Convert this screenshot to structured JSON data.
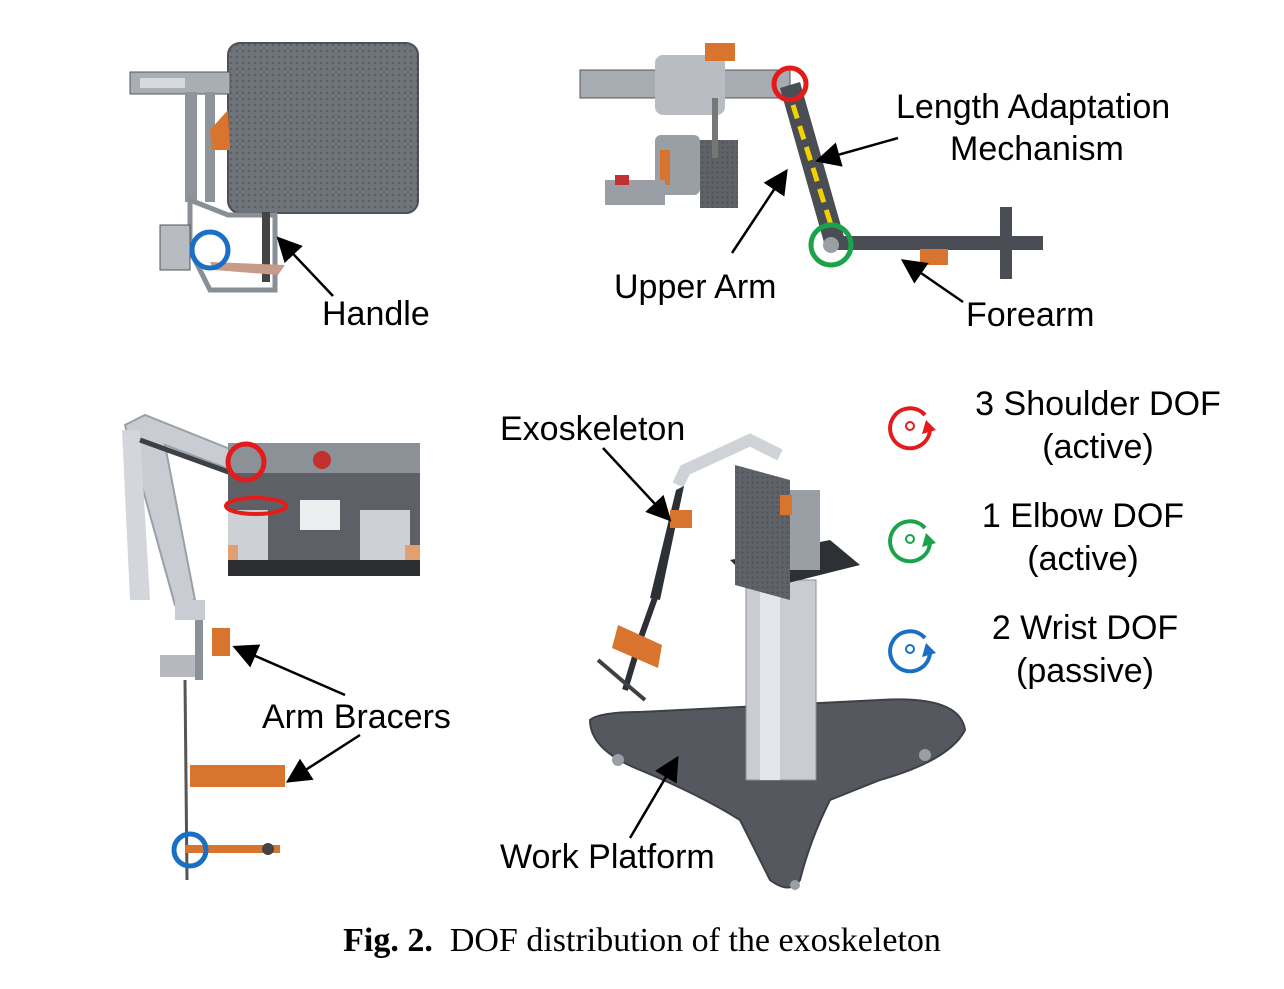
{
  "labels": {
    "handle": "Handle",
    "length_adaptation": "Length Adaptation",
    "mechanism": "Mechanism",
    "upper_arm": "Upper Arm",
    "forearm": "Forearm",
    "exoskeleton": "Exoskeleton",
    "arm_bracers": "Arm Bracers",
    "work_platform": "Work Platform"
  },
  "legend": [
    {
      "line1": "3 Shoulder DOF",
      "line2": "(active)",
      "color": "#e31b1b",
      "icon": "rotation-arrow-icon"
    },
    {
      "line1": "1 Elbow DOF",
      "line2": "(active)",
      "color": "#1aa34a",
      "icon": "rotation-arrow-icon"
    },
    {
      "line1": "2 Wrist DOF",
      "line2": "(passive)",
      "color": "#1a6fc4",
      "icon": "rotation-arrow-icon"
    }
  ],
  "caption": {
    "prefix": "Fig. 2.",
    "text": "DOF distribution of the exoskeleton"
  },
  "colors": {
    "frame": "#9aa0a8",
    "panel": "#6e737b",
    "bracer": "#d9742e",
    "platform": "#55595f"
  }
}
